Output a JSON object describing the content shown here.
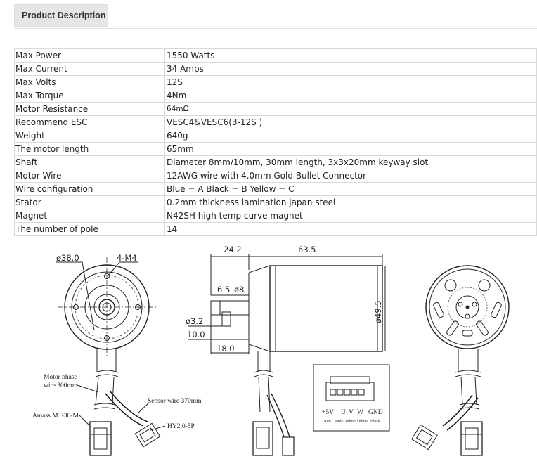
{
  "tab": {
    "label": "Product Description"
  },
  "specs": [
    {
      "key": "Max Power",
      "value": "1550 Watts"
    },
    {
      "key": "Max Current",
      "value": "34 Amps"
    },
    {
      "key": "Max Volts",
      "value": "12S"
    },
    {
      "key": "Max Torque",
      "value": "4Nm"
    },
    {
      "key": "Motor Resistance",
      "value": "64mΩ"
    },
    {
      "key": "Recommend ESC",
      "value": "VESC4&VESC6(3-12S )"
    },
    {
      "key": "Weight",
      "value": "640g"
    },
    {
      "key": "The motor length",
      "value": "65mm"
    },
    {
      "key": "Shaft",
      "value": "Diameter 8mm/10mm, 30mm length, 3x3x20mm keyway slot"
    },
    {
      "key": "Motor Wire",
      "value": "12AWG wire with 4.0mm Gold Bullet Connector"
    },
    {
      "key": "Wire configuration",
      "value": "Blue = A Black = B Yellow = C"
    },
    {
      "key": "Stator",
      "value": "0.2mm thickness lamination japan steel"
    },
    {
      "key": "Magnet",
      "value": "N42SH high temp curve magnet"
    },
    {
      "key": "The number of pole",
      "value": "14"
    }
  ],
  "drawing": {
    "front": {
      "dia": "ø38.0",
      "holes": "4-M4"
    },
    "side": {
      "len_rear": "24.2",
      "len_body": "63.5",
      "key_len": "6.5",
      "shaft_dia": "ø8",
      "body_dia": "ø49.5",
      "key_dia": "ø3.2",
      "dim_a": "10.0",
      "dim_b": "18.0"
    },
    "labels": {
      "motor_phase_1": "Motor phase",
      "motor_phase_2": "wire 300mm",
      "sensor_wire": "Sensor wire 370mm",
      "connector_main": "Amass MT-30-M",
      "connector_sensor": "HY2.0-5P"
    },
    "pinout": {
      "pins": [
        "+5V",
        "U",
        "V",
        "W",
        "GND"
      ],
      "colors": [
        "Red",
        "Bule",
        "White",
        "Yellow",
        "Black"
      ]
    }
  }
}
